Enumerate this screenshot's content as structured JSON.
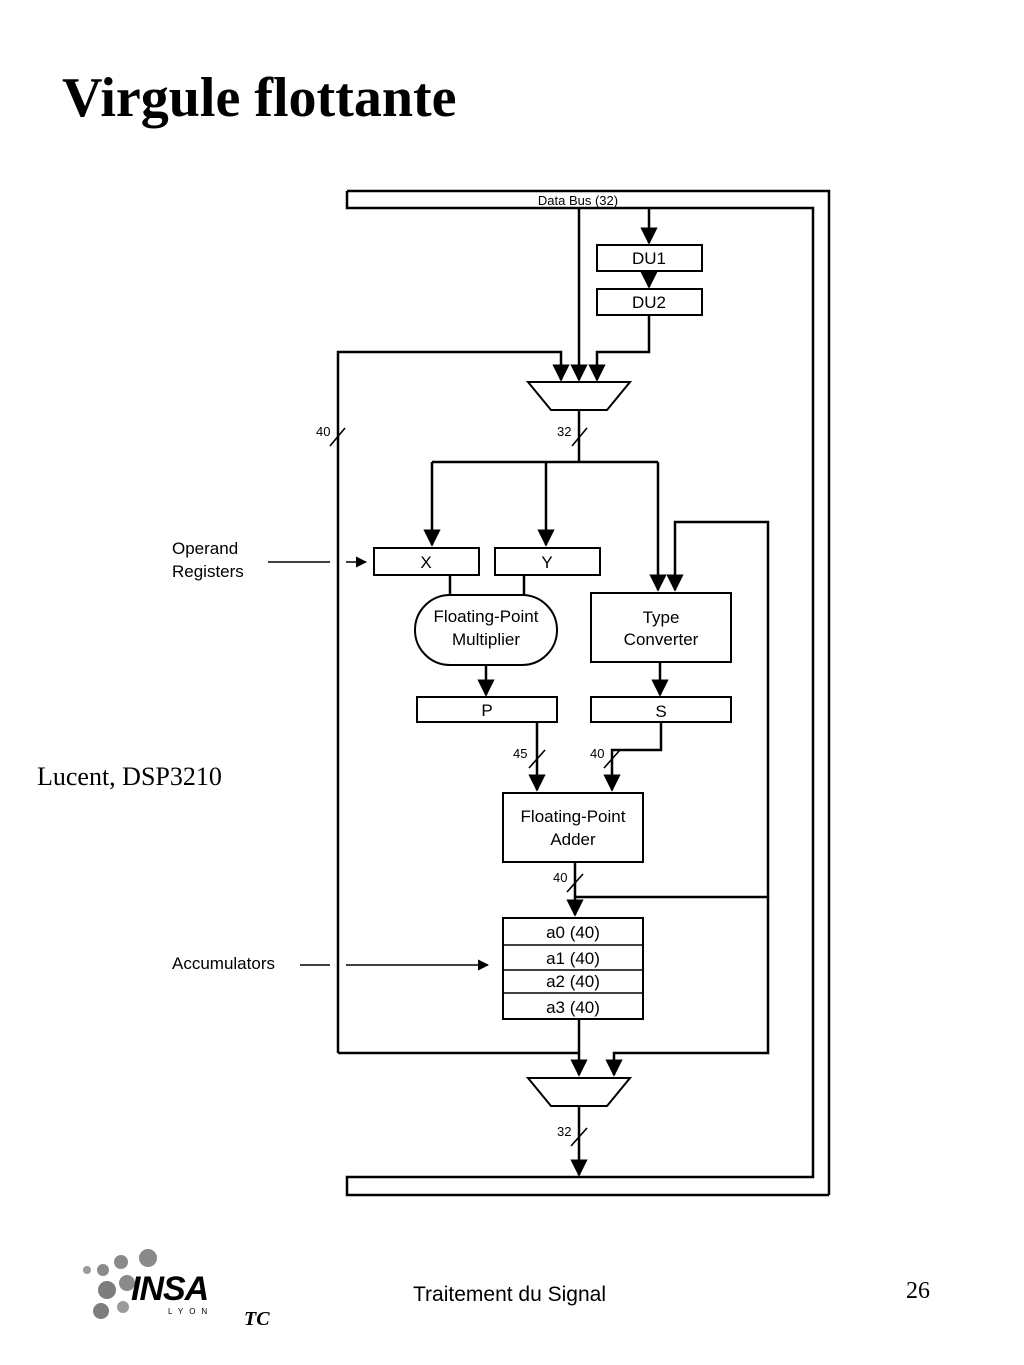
{
  "slide": {
    "title": "Virgule flottante",
    "side_label": "Lucent, DSP3210",
    "footer_text": "Traitement du Signal",
    "page_number": "26",
    "department": "TC"
  },
  "logo": {
    "name": "INSA",
    "subtitle": "LYON"
  },
  "diagram": {
    "data_bus": "Data Bus (32)",
    "du1": "DU1",
    "du2": "DU2",
    "operand_label_1": "Operand",
    "operand_label_2": "Registers",
    "reg_x": "X",
    "reg_y": "Y",
    "multiplier_1": "Floating-Point",
    "multiplier_2": "Multiplier",
    "converter_1": "Type",
    "converter_2": "Converter",
    "reg_p": "P",
    "reg_s": "S",
    "adder_1": "Floating-Point",
    "adder_2": "Adder",
    "accumulators_label": "Accumulators",
    "acc": [
      "a0 (40)",
      "a1 (40)",
      "a2 (40)",
      "a3 (40)"
    ],
    "width_40_left": "40",
    "width_32_top": "32",
    "width_45": "45",
    "width_40_s": "40",
    "width_40_adder": "40",
    "width_32_bottom": "32"
  }
}
